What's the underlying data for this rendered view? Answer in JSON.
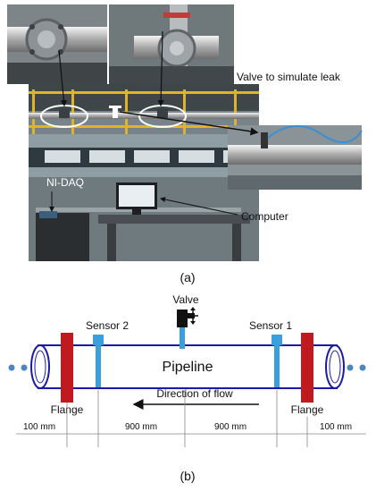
{
  "panel_a": {
    "annotations": {
      "valve": "Valve to simulate leak",
      "daq": "NI-DAQ",
      "computer": "Computer"
    },
    "caption": "(a)"
  },
  "panel_b": {
    "labels": {
      "valve": "Valve",
      "sensor2": "Sensor 2",
      "sensor1": "Sensor 1",
      "pipeline": "Pipeline",
      "flow": "Direction of flow",
      "flange_left": "Flange",
      "flange_right": "Flange"
    },
    "dimensions": [
      "100 mm",
      "900 mm",
      "900 mm",
      "100 mm"
    ],
    "caption": "(b)"
  },
  "colors": {
    "pipe_outline": "#1a1aa8",
    "flange": "#c01a1e",
    "sensor": "#3aa0dd",
    "dots": "#4a86c5",
    "valve": "#111111"
  }
}
